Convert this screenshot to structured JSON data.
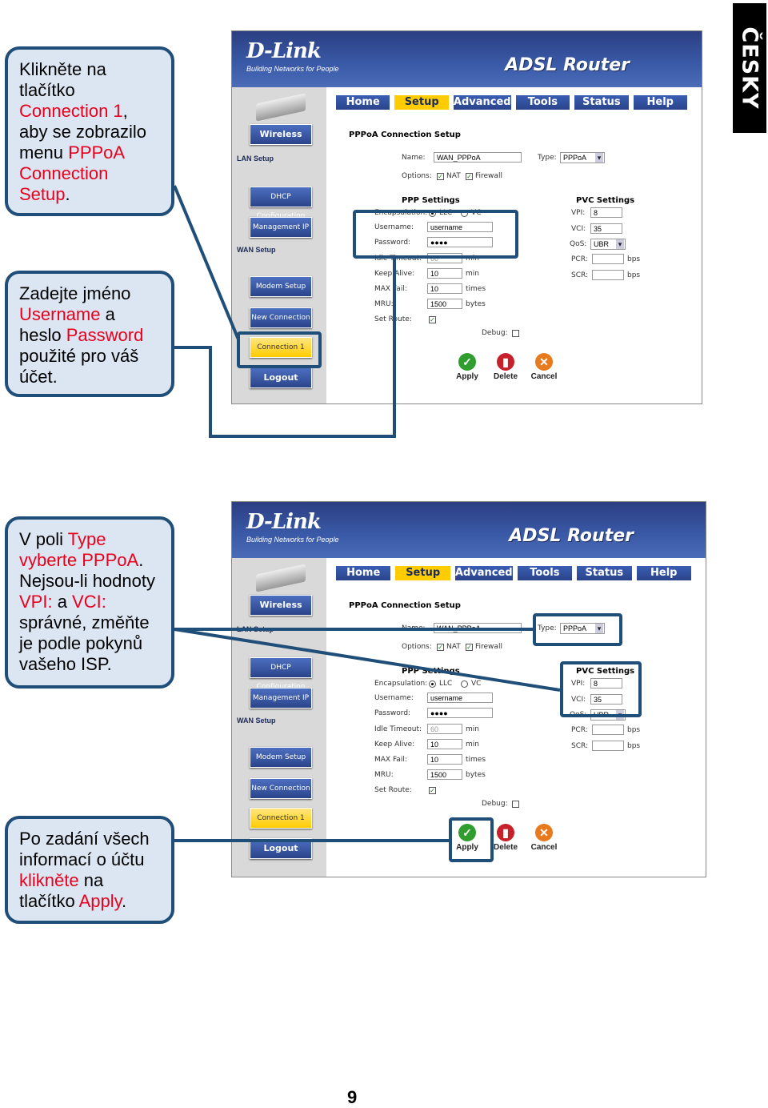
{
  "lang_tab": "ČESKY",
  "callouts": [
    {
      "parts": [
        {
          "t": "Klikněte na tlačítko ",
          "hl": false
        },
        {
          "t": "Connection 1",
          "hl": true
        },
        {
          "t": ", aby se zobrazilo menu ",
          "hl": false
        },
        {
          "t": "PPPoA Connection Setup",
          "hl": true
        },
        {
          "t": ".",
          "hl": false
        }
      ]
    },
    {
      "parts": [
        {
          "t": "Zadejte jméno ",
          "hl": false
        },
        {
          "t": "Username",
          "hl": true
        },
        {
          "t": " a heslo ",
          "hl": false
        },
        {
          "t": "Password",
          "hl": true
        },
        {
          "t": " použité pro váš účet.",
          "hl": false
        }
      ]
    },
    {
      "parts": [
        {
          "t": "V poli ",
          "hl": false
        },
        {
          "t": "Type vyberte PPPoA",
          "hl": true
        },
        {
          "t": ". Nejsou-li hodnoty ",
          "hl": false
        },
        {
          "t": "VPI:",
          "hl": true
        },
        {
          "t": " a ",
          "hl": false
        },
        {
          "t": "VCI:",
          "hl": true
        },
        {
          "t": " správné, změňte je podle pokynů vašeho ISP.",
          "hl": false
        }
      ]
    },
    {
      "parts": [
        {
          "t": "Po zadání všech informací o účtu ",
          "hl": false
        },
        {
          "t": "klikněte",
          "hl": true
        },
        {
          "t": " na tlačítko ",
          "hl": false
        },
        {
          "t": "Apply",
          "hl": true
        },
        {
          "t": ".",
          "hl": false
        }
      ]
    }
  ],
  "router": {
    "logo": "D-Link",
    "logo_sub": "Building Networks for People",
    "product": "ADSL Router",
    "nav": [
      "Home",
      "Setup",
      "Advanced",
      "Tools",
      "Status",
      "Help"
    ],
    "left": {
      "wireless": "Wireless",
      "lan_setup": "LAN Setup",
      "dhcp": "DHCP Configuration",
      "mgmt": "Management IP",
      "wan_setup": "WAN Setup",
      "modem": "Modem Setup",
      "newconn": "New Connection",
      "conn1": "Connection 1",
      "logout": "Logout"
    },
    "form": {
      "title": "PPPoA Connection Setup",
      "name_label": "Name:",
      "name_value": "WAN_PPPoA",
      "type_label": "Type:",
      "type_value": "PPPoA",
      "options_label": "Options:",
      "nat": "NAT",
      "firewall": "Firewall",
      "ppp_settings": "PPP Settings",
      "pvc_settings": "PVC Settings",
      "encap_label": "Encapsulation:",
      "llc": "LLC",
      "vc": "VC",
      "username_label": "Username:",
      "username_value": "username",
      "password_label": "Password:",
      "password_value": "●●●●",
      "idle_label": "Idle Timeout:",
      "idle_value": "60",
      "idle_unit": "min",
      "keep_label": "Keep Alive:",
      "keep_value": "10",
      "keep_unit": "min",
      "maxfail_label": "MAX Fail:",
      "maxfail_value": "10",
      "maxfail_unit": "times",
      "mru_label": "MRU:",
      "mru_value": "1500",
      "mru_unit": "bytes",
      "setroute_label": "Set Route:",
      "debug_label": "Debug:",
      "vpi_label": "VPI:",
      "vpi_value": "8",
      "vci_label": "VCI:",
      "vci_value": "35",
      "qos_label": "QoS:",
      "qos_value": "UBR",
      "pcr_label": "PCR:",
      "scr_label": "SCR:",
      "bps": "bps",
      "apply": "Apply",
      "delete": "Delete",
      "cancel": "Cancel"
    }
  },
  "page_number": "9",
  "colors": {
    "frame": "#1f4e79",
    "callout_bg": "#dce6f2",
    "highlight": "#e8001c"
  }
}
